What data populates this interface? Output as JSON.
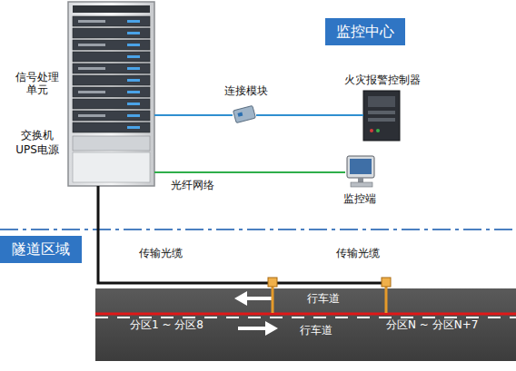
{
  "diagram": {
    "nodes": [
      {
        "text": [
          "监控中心"
        ]
      },
      {
        "text": [
          "信号处理 单元",
          "交换机",
          "UPS电源"
        ]
      },
      {
        "text": [
          "连接模块"
        ]
      },
      {
        "text": [
          "火灾报警控制器"
        ]
      },
      {
        "text": [
          "监控端"
        ]
      },
      {
        "text": [
          "隧道区域"
        ]
      }
    ],
    "edges": [
      {
        "from": 1,
        "to": 2,
        "arrow": "none"
      },
      {
        "from": 2,
        "to": 3,
        "arrow": "none"
      },
      {
        "from": 1,
        "to": 4,
        "label": "光纤网络",
        "arrow": "none"
      }
    ],
    "labels": [
      "传输光缆",
      "传输光缆",
      "行车道",
      "分区1 ~ 分区8",
      "分区N ~ 分区N+7",
      "行车道"
    ]
  }
}
